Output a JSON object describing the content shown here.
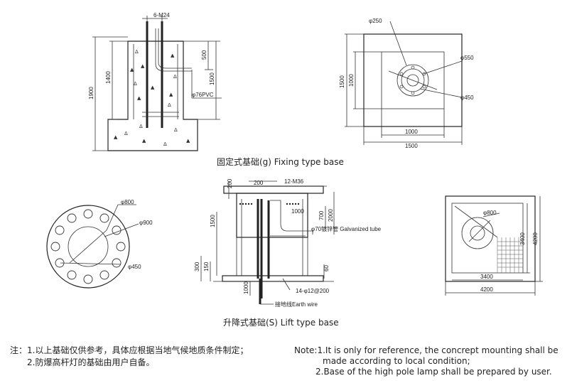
{
  "fixing": {
    "caption": "固定式基础(g) Fixing type base",
    "bolt_label": "6-M24",
    "pvc_label": "φ76PVC",
    "dim_1900": "1900",
    "dim_1400": "1400",
    "dim_500": "500",
    "dim_1500": "1500",
    "plan_phi250": "φ250",
    "plan_phi550": "φ550",
    "plan_phi450": "φ450",
    "plan_1500_v": "1500",
    "plan_1000_v": "1000",
    "plan_1000_h": "1000",
    "plan_1500_h": "1500"
  },
  "lift": {
    "caption": "升降式基础(S) Lift type base",
    "bolt_label": "12-M36",
    "tube_label": "φ70镀锌管 Galvanized tube",
    "rebar_label": "14-φ12@200",
    "earth_label": "接地线Earth wire",
    "dim_200a": "200",
    "dim_200b": "200",
    "dim_1000": "1000",
    "dim_700": "700",
    "dim_2000": "2000",
    "dim_1500": "1500",
    "dim_300": "300",
    "dim_150": "150",
    "dim_60": "60",
    "dim_1000b": "1000",
    "flange_phi800": "φ800",
    "flange_phi900": "φ900",
    "flange_phi450": "φ450",
    "plan_phi800": "φ800",
    "plan_3400_v": "3400",
    "plan_4200_v": "4200",
    "plan_3400_h": "3400",
    "plan_4200_h": "4200"
  },
  "notes_cn": {
    "line1": "注：1.以上基础仅供参考，具体应根据当地气候地质条件制定；",
    "line2": "2.防爆高杆灯的基础由用户自备。"
  },
  "notes_en": {
    "line1": "Note:1.It is only for reference, the concrept mounting shall be",
    "line2": "made according to local condition;",
    "line3": "2.Base of the high pole lamp shall be prepared by user."
  }
}
